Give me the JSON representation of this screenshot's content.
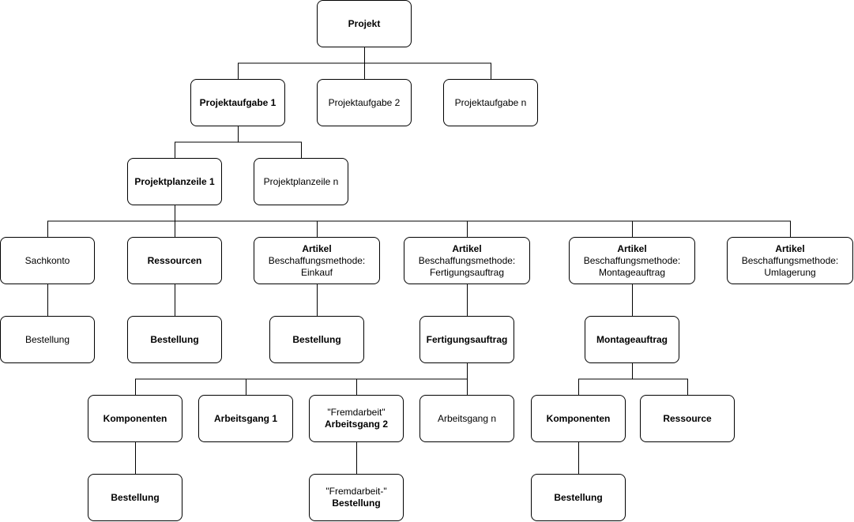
{
  "nodes": {
    "projekt": {
      "lines": [
        {
          "text": "Projekt",
          "bold": true
        }
      ]
    },
    "aufgabe1": {
      "lines": [
        {
          "text": "Projektaufgabe 1",
          "bold": true
        }
      ]
    },
    "aufgabe2": {
      "lines": [
        {
          "text": "Projektaufgabe 2",
          "bold": false
        }
      ]
    },
    "aufgaben": {
      "lines": [
        {
          "text": "Projektaufgabe n",
          "bold": false
        }
      ]
    },
    "planzeile1": {
      "lines": [
        {
          "text": "Projektplanzeile 1",
          "bold": true
        }
      ]
    },
    "planzeilen": {
      "lines": [
        {
          "text": "Projektplanzeile n",
          "bold": false
        }
      ]
    },
    "sachkonto": {
      "lines": [
        {
          "text": "Sachkonto",
          "bold": false
        }
      ]
    },
    "ressourcen": {
      "lines": [
        {
          "text": "Ressourcen",
          "bold": true
        }
      ]
    },
    "artikel_einkauf": {
      "lines": [
        {
          "text": "Artikel",
          "bold": true
        },
        {
          "text": "Beschaffungsmethode:",
          "bold": false
        },
        {
          "text": "Einkauf",
          "bold": false
        }
      ]
    },
    "artikel_fertigung": {
      "lines": [
        {
          "text": "Artikel",
          "bold": true
        },
        {
          "text": "Beschaffungsmethode:",
          "bold": false
        },
        {
          "text": "Fertigungsauftrag",
          "bold": false
        }
      ]
    },
    "artikel_montage": {
      "lines": [
        {
          "text": "Artikel",
          "bold": true
        },
        {
          "text": "Beschaffungsmethode:",
          "bold": false
        },
        {
          "text": "Montageauftrag",
          "bold": false
        }
      ]
    },
    "artikel_umlagerung": {
      "lines": [
        {
          "text": "Artikel",
          "bold": true
        },
        {
          "text": "Beschaffungsmethode:",
          "bold": false
        },
        {
          "text": "Umlagerung",
          "bold": false
        }
      ]
    },
    "bestellung_sachkonto": {
      "lines": [
        {
          "text": "Bestellung",
          "bold": false
        }
      ]
    },
    "bestellung_ressourcen": {
      "lines": [
        {
          "text": "Bestellung",
          "bold": true
        }
      ]
    },
    "bestellung_einkauf": {
      "lines": [
        {
          "text": "Bestellung",
          "bold": true
        }
      ]
    },
    "fertigungsauftrag": {
      "lines": [
        {
          "text": "Fertigungsauftrag",
          "bold": true
        }
      ]
    },
    "montageauftrag": {
      "lines": [
        {
          "text": "Montageauftrag",
          "bold": true
        }
      ]
    },
    "komponenten_fa": {
      "lines": [
        {
          "text": "Komponenten",
          "bold": true
        }
      ]
    },
    "arbeitsgang1": {
      "lines": [
        {
          "text": "Arbeitsgang 1",
          "bold": true
        }
      ]
    },
    "arbeitsgang2": {
      "lines": [
        {
          "text": "\"Fremdarbeit\"",
          "bold": false
        },
        {
          "text": "Arbeitsgang 2",
          "bold": true
        }
      ]
    },
    "arbeitsgangn": {
      "lines": [
        {
          "text": "Arbeitsgang n",
          "bold": false
        }
      ]
    },
    "komponenten_ma": {
      "lines": [
        {
          "text": "Komponenten",
          "bold": true
        }
      ]
    },
    "ressource_ma": {
      "lines": [
        {
          "text": "Ressource",
          "bold": true
        }
      ]
    },
    "bestellung_komp_fa": {
      "lines": [
        {
          "text": "Bestellung",
          "bold": true
        }
      ]
    },
    "bestellung_fremd": {
      "lines": [
        {
          "text": "\"Fremdarbeit-\"",
          "bold": false
        },
        {
          "text": "Bestellung",
          "bold": true
        }
      ]
    },
    "bestellung_komp_ma": {
      "lines": [
        {
          "text": "Bestellung",
          "bold": true
        }
      ]
    }
  },
  "edges": [
    [
      "projekt",
      "aufgabe1"
    ],
    [
      "projekt",
      "aufgabe2"
    ],
    [
      "projekt",
      "aufgaben"
    ],
    [
      "aufgabe1",
      "planzeile1"
    ],
    [
      "aufgabe1",
      "planzeilen"
    ],
    [
      "planzeile1",
      "sachkonto"
    ],
    [
      "planzeile1",
      "ressourcen"
    ],
    [
      "planzeile1",
      "artikel_einkauf"
    ],
    [
      "planzeile1",
      "artikel_fertigung"
    ],
    [
      "planzeile1",
      "artikel_montage"
    ],
    [
      "planzeile1",
      "artikel_umlagerung"
    ],
    [
      "sachkonto",
      "bestellung_sachkonto"
    ],
    [
      "ressourcen",
      "bestellung_ressourcen"
    ],
    [
      "artikel_einkauf",
      "bestellung_einkauf"
    ],
    [
      "artikel_fertigung",
      "fertigungsauftrag"
    ],
    [
      "artikel_montage",
      "montageauftrag"
    ],
    [
      "fertigungsauftrag",
      "komponenten_fa"
    ],
    [
      "fertigungsauftrag",
      "arbeitsgang1"
    ],
    [
      "fertigungsauftrag",
      "arbeitsgang2"
    ],
    [
      "fertigungsauftrag",
      "arbeitsgangn"
    ],
    [
      "montageauftrag",
      "komponenten_ma"
    ],
    [
      "montageauftrag",
      "ressource_ma"
    ],
    [
      "komponenten_fa",
      "bestellung_komp_fa"
    ],
    [
      "arbeitsgang2",
      "bestellung_fremd"
    ],
    [
      "komponenten_ma",
      "bestellung_komp_ma"
    ]
  ]
}
